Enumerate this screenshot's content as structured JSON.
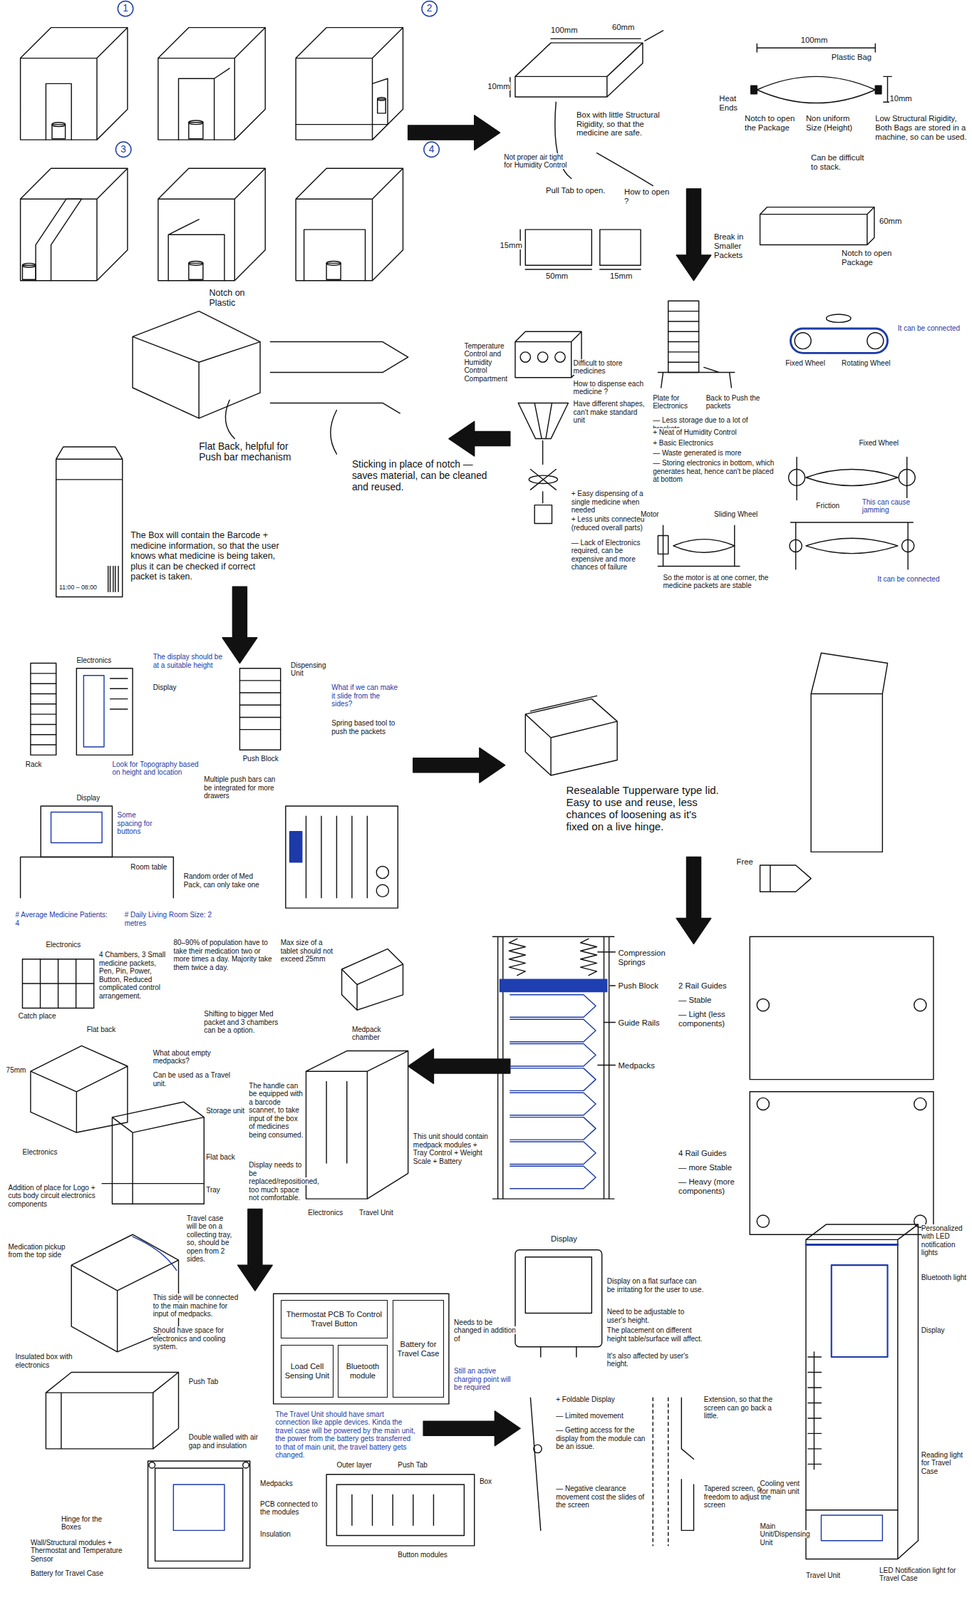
{
  "diagram": {
    "nodes": [
      {
        "text": [
          "Thermostat PCB To Control Travel Button"
        ]
      },
      {
        "text": [
          "Load Cell Sensing Unit"
        ]
      },
      {
        "text": [
          "Bluetooth module"
        ]
      },
      {
        "text": [
          "Battery for Travel Case"
        ]
      }
    ],
    "labels": [
      "1",
      "2",
      "3",
      "4",
      "100mm",
      "60mm",
      "10mm",
      "Not proper air tight for Humidity Control",
      "Box with little Structural Rigidity, so that the medicine are safe.",
      "Pull Tab to open.",
      "How to open ?",
      "100mm",
      "Plastic Bag",
      "Heat Ends",
      "10mm",
      "Notch to open the Package",
      "Non uniform Size (Height)",
      "Low Structural Rigidity, Both Bags are stored in a machine, so can be used.",
      "Can be difficult to stack.",
      "60mm",
      "Notch to open Package",
      "Break in Smaller Packets",
      "15mm",
      "50mm",
      "15mm",
      "Notch on Plastic",
      "Flat Back, helpful for Push bar mechanism",
      "Sticking in place of notch — saves material, can be cleaned and reused.",
      "Temperature Control and Humidity Control Compartment",
      "Difficult to store medicines",
      "How to dispense each medicine ?",
      "Have different shapes, can't make standard unit",
      "+ Easy dispensing of a single medicine when needed",
      "+ Less units connected (reduced overall parts)",
      "— Lack of Electronics required, can be expensive and more chances of failure",
      "Plate for Electronics",
      "Back to Push the packets",
      "— Less storage due to a lot of brackets",
      "+ Neat of Humidity Control",
      "+ Basic Electronics",
      "— Waste generated is more",
      "— Storing electronics in bottom, which generates heat, hence can't be placed at bottom",
      "Fixed Wheel",
      "Rotating Wheel",
      "It can be connected",
      "Fixed Wheel",
      "Friction",
      "This can cause jamming",
      "Motor",
      "Sliding Wheel",
      "So the motor is at one corner, the medicine packets are stable",
      "It can be connected",
      "The Box will contain the Barcode + medicine information, so that the user knows what medicine is being taken, plus it can be checked if correct packet is taken.",
      "11:00 – 08:00",
      "Electronics",
      "The display should be at a suitable height",
      "Rack",
      "Display",
      "Look for Topography based on height and location",
      "Dispensing Unit",
      "What if we can make it slide from the sides?",
      "Spring based tool to push the packets",
      "Display",
      "Some spacing for buttons",
      "Room table",
      "Random order of Med Pack, can only take one",
      "# Average Medicine Patients: 4",
      "# Daily Living Room Size: 2 metres",
      "Multiple push bars can be integrated for more drawers",
      "Push Block",
      "Resealable Tupperware type lid. Easy to use and reuse, less chances of loosening as it's fixed on a live hinge.",
      "Free",
      "Compression Springs",
      "Push Block",
      "Guide Rails",
      "Medpacks",
      "2 Rail Guides",
      "— Stable",
      "— Light (less components)",
      "4 Rail Guides",
      "— more Stable",
      "— Heavy (more components)",
      "Electronics",
      "4 Chambers, 3 Small medicine packets, Pen, Pin, Power, Button, Reduced complicated control arrangement.",
      "Catch place",
      "Flat back",
      "80–90% of population have to take their medication two or more times a day. Majority take them twice a day.",
      "Max size of a tablet should not exceed 25mm",
      "Shifting to bigger Med packet and 3 chambers can be a option.",
      "What about empty medpacks?",
      "Can be used as a Travel unit.",
      "75mm",
      "Electronics",
      "Storage unit",
      "Flat back",
      "Tray",
      "Addition of place for Logo + cuts body circuit electronics components",
      "Medpack chamber",
      "The handle can be equipped with a barcode scanner, to take input of the box of medicines being consumed.",
      "Display needs to be replaced/repositioned, too much space not comfortable.",
      "This unit should contain medpack modules + Tray Control + Weight Scale + Battery",
      "Electronics",
      "Travel Unit",
      "Travel case will be on a collecting tray, so, should be open from 2 sides.",
      "Medication pickup from the top side",
      "This side will be connected to the main machine for input of medpacks.",
      "Should have space for electronics and cooling system.",
      "Insulated box with electronics",
      "Push Tab",
      "Double walled with air gap and insulation",
      "Hinge for the Boxes",
      "Wall/Structural modules + Thermostat and Temperature Sensor",
      "Battery for Travel Case",
      "Medpacks",
      "PCB connected to the modules",
      "Insulation",
      "The Travel Unit should have smart connection like apple devices. Kinda the travel case will be powered by the main unit, the power from the battery gets transferred to that of main unit, the travel battery gets changed.",
      "Needs to be changed in addition of",
      "Still an active charging point will be required",
      "Outer layer",
      "Push Tab",
      "Box",
      "Button modules",
      "Display",
      "Display on a flat surface can be irritating for the user to use.",
      "Need to be adjustable to user's height.",
      "The placement on different height table/surface will affect.",
      "It's also affected by user's height.",
      "+ Foldable Display",
      "— Limited movement",
      "— Getting access for the display from the module can be an issue.",
      "— Negative clearance movement cost the slides of the screen",
      "Extension, so that the screen can go back a little.",
      "Tapered screen, gives freedom to adjust the screen",
      "Personalized with LED notification lights",
      "Bluetooth light",
      "Display",
      "Cooling vent for main unit",
      "Reading light for Travel Case",
      "Main Unit/Dispensing Unit",
      "LED Notification light for Travel Case",
      "Travel Unit"
    ]
  }
}
